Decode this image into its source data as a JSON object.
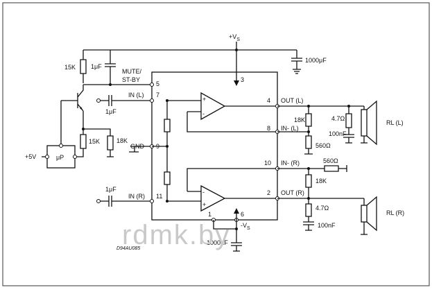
{
  "supply": {
    "pos": "+V",
    "pos_sub": "S",
    "neg": "-V",
    "neg_sub": "S",
    "pos_pin": "3",
    "neg_pin": "6"
  },
  "pins": {
    "mute_label_1": "MUTE/",
    "mute_label_2": "ST-BY",
    "mute": "5",
    "in_l_label": "IN (L)",
    "in_l": "7",
    "gnd_label": "GND",
    "gnd": "9",
    "in_r_label": "IN (R)",
    "in_r": "11",
    "out_l_label": "OUT (L)",
    "out_l": "4",
    "inm_l_label": "IN- (L)",
    "inm_l": "8",
    "inm_r_label": "IN- (R)",
    "inm_r": "10",
    "out_r_label": "OUT (R)",
    "out_r": "2",
    "pin1": "1"
  },
  "components": {
    "r_15k_top": "15K",
    "c_1uf_top": "1μF",
    "c_1uf_in_l": "1μF",
    "r_15k_mid": "15K",
    "r_18k_left": "18K",
    "vcc_5v": "+5V",
    "mcu": "μP",
    "c_1uf_in_r": "1μF",
    "c_1000uf_top": "1000μF",
    "c_1000uf_bottom": "1000μF",
    "r_18k_l": "18K",
    "r_560_l": "560Ω",
    "r_47_l": "4.7Ω",
    "c_100nf_l": "100nF",
    "rl_l": "RL (L)",
    "r_560_r": "560Ω",
    "r_18k_r": "18K",
    "r_47_r": "4.7Ω",
    "c_100nf_r": "100nF",
    "rl_r": "RL (R)"
  },
  "drawing_id": "D94AU085",
  "watermark": "rdmk.by",
  "colors": {
    "line": "#111111",
    "watermark": "#c9c9c9",
    "background": "#ffffff"
  }
}
